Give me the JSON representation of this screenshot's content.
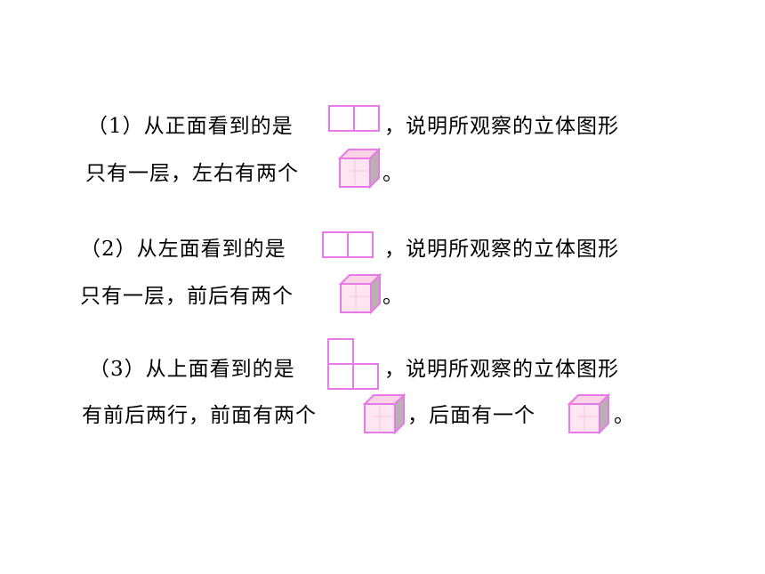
{
  "colors": {
    "accent": "#e879e8",
    "cube_front": "#fde6ef",
    "cube_top": "#fbd3e4",
    "cube_side": "#b9b1b1"
  },
  "items": [
    {
      "line1_a": "（1）从正面看到的是",
      "line1_b": "，说明所观察的立体图形",
      "line2_a": "只有一层，左右有两个",
      "line2_b": "。"
    },
    {
      "line1_a": "（2）从左面看到的是",
      "line1_b": "，说明所观察的立体图形",
      "line2_a": "只有一层，前后有两个",
      "line2_b": "。"
    },
    {
      "line1_a": "（3）从上面看到的是",
      "line1_b": "，说明所观察的立体图形",
      "line2_a": "有前后两行，前面有两个",
      "line2_b": "，后面有一个",
      "line2_c": "。"
    }
  ]
}
